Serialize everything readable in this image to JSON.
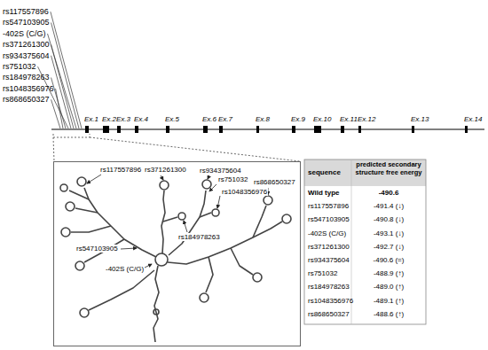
{
  "diagram": {
    "nodes": [
      {
        "text": [
          "rs117557896",
          "rs371261300",
          "rs934375604",
          "rs751032",
          "rs868650327",
          "rs1048356976",
          "rs184978263",
          "rs547103905",
          "-402S (C/G)"
        ]
      }
    ],
    "labels": [
      "rs117557896",
      "rs547103905",
      "-402S (C/G)",
      "rs371261300",
      "rs934375604",
      "rs751032",
      "rs184978263",
      "rs1048356976",
      "rs868650327",
      "Ex.1",
      "Ex.2",
      "Ex.3",
      "Ex.4",
      "Ex.5",
      "Ex.6",
      "Ex.7",
      "Ex.8",
      "Ex.9",
      "Ex.10",
      "Ex.11",
      "Ex.12",
      "Ex.13",
      "Ex.14",
      "sequence",
      "predicted secondary structure free energy",
      "Wild type",
      "-490.6",
      "rs117557896",
      "-491.4 (↓)",
      "rs547103905",
      "-490.8 (↓)",
      "-402S (C/G)",
      "-493.1 (↓)",
      "rs371261300",
      "-492.7 (↓)",
      "rs934375604",
      "-490.6 (=)",
      "rs751032",
      "-488.9 (↑)",
      "rs184978263",
      "-489.0 (↑)",
      "rs1048356976",
      "-489.1 (↑)",
      "rs868650327",
      "-488.6 (↑)"
    ]
  }
}
